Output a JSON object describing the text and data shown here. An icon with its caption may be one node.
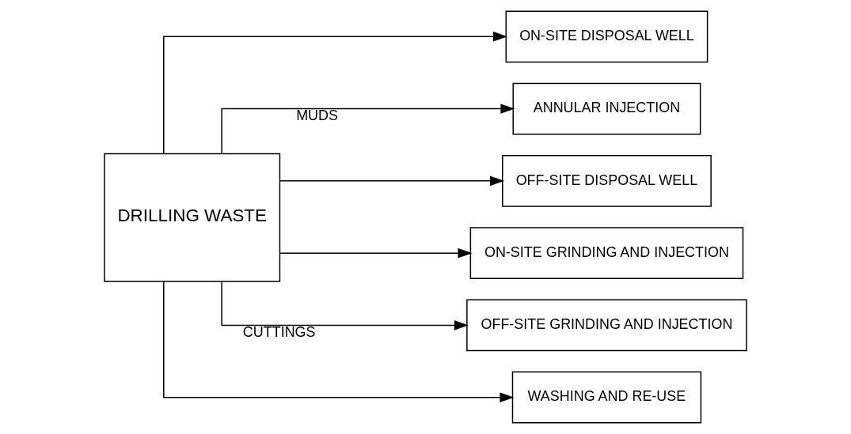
{
  "diagram": {
    "nodes": [
      {
        "text": [
          "DRILLING WASTE"
        ]
      },
      {
        "text": [
          "ON-SITE DISPOSAL WELL"
        ]
      },
      {
        "text": [
          "ANNULAR INJECTION"
        ]
      },
      {
        "text": [
          "OFF-SITE DISPOSAL WELL"
        ]
      },
      {
        "text": [
          "ON-SITE GRINDING AND INJECTION"
        ]
      },
      {
        "text": [
          "OFF-SITE GRINDING AND INJECTION"
        ]
      },
      {
        "text": [
          "WASHING AND RE-USE"
        ]
      }
    ],
    "edges": [
      {
        "from": 0,
        "to": 1,
        "arrow": "to"
      },
      {
        "from": 0,
        "to": 2,
        "arrow": "to",
        "label": "MUDS"
      },
      {
        "from": 0,
        "to": 3,
        "arrow": "to"
      },
      {
        "from": 0,
        "to": 4,
        "arrow": "to"
      },
      {
        "from": 0,
        "to": 5,
        "arrow": "to",
        "label": "CUTTINGS"
      },
      {
        "from": 0,
        "to": 6,
        "arrow": "to"
      }
    ]
  }
}
